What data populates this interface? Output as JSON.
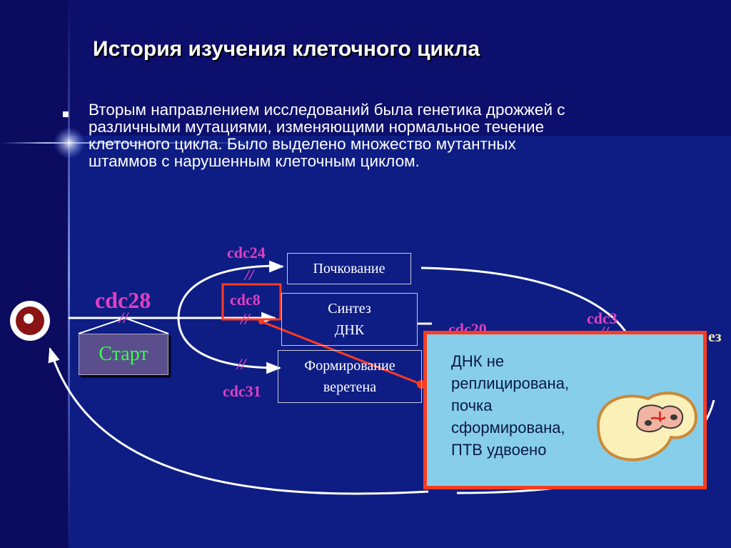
{
  "slide": {
    "title": "История изучения клеточного цикла",
    "bullet_lines": [
      "Вторым направлением исследований была генетика дрожжей с",
      "различными мутациями, изменяющими нормальное течение",
      "клеточного цикла. Было выделено множество мутантных",
      "штаммов с нарушенным клеточным циклом."
    ]
  },
  "diagram": {
    "start_label": "Старт",
    "stages": {
      "budding": "Почкование",
      "dna_synthesis_line1": "Синтез",
      "dna_synthesis_line2": "ДНК",
      "spindle_line1": "Формирование",
      "spindle_line2": "веретена"
    },
    "genes": {
      "cdc28": "cdc28",
      "cdc24": "cdc24",
      "cdc8": "cdc8",
      "cdc31": "cdc31",
      "cdc20": "cdc20",
      "cdc3": "cdc3"
    },
    "block_mark": "//",
    "partial_right_label": "ез",
    "callout_lines": [
      "ДНК не",
      "реплицирована,",
      "почка",
      "сформирована,",
      "ПТВ удвоено"
    ]
  },
  "colors": {
    "background": "#0b0b60",
    "gene_label": "#e040c0",
    "start_text": "#39ff4c",
    "callout_fill": "#87ceeb",
    "callout_border": "#ff3b1f",
    "highlight_border": "#ff3b1f"
  }
}
